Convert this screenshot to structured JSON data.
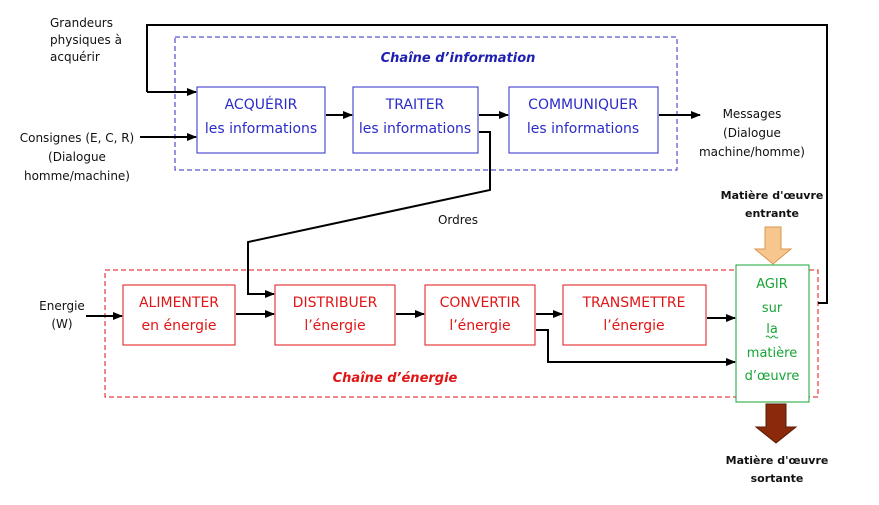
{
  "inputs": {
    "grandeurs": [
      "Grandeurs",
      "physiques à",
      "acquérir"
    ],
    "consignes": [
      "Consignes (E, C, R)",
      "(Dialogue",
      "homme/machine)"
    ],
    "energie": [
      "Energie",
      "(W)"
    ]
  },
  "outputs": {
    "messages": [
      "Messages",
      "(Dialogue",
      "machine/homme)"
    ],
    "matiere_entrante": [
      "Matière d'œuvre",
      "entrante"
    ],
    "matiere_sortante": [
      "Matière d'œuvre",
      "sortante"
    ]
  },
  "chaine_information": {
    "title": "Chaîne d’information",
    "blocks": [
      {
        "line1": "ACQUÉRIR",
        "line2": "les informations"
      },
      {
        "line1": "TRAITER",
        "line2": "les informations"
      },
      {
        "line1": "COMMUNIQUER",
        "line2": "les informations"
      }
    ]
  },
  "ordres": "Ordres",
  "chaine_energie": {
    "title": "Chaîne d’énergie",
    "blocks": [
      {
        "line1": "ALIMENTER",
        "line2": "en énergie"
      },
      {
        "line1": "DISTRIBUER",
        "line2": "l’énergie"
      },
      {
        "line1": "CONVERTIR",
        "line2": "l’énergie"
      },
      {
        "line1": "TRANSMETTRE",
        "line2": "l’énergie"
      }
    ]
  },
  "agir": [
    "AGIR",
    "sur",
    "la",
    "matière",
    "d’œuvre"
  ],
  "colors": {
    "info_chain": "#2b2bc8",
    "energy_chain": "#e01515",
    "agir": "#16a535",
    "entrante_arrow": "#f7c58e",
    "sortante_arrow": "#8b2a0a"
  }
}
